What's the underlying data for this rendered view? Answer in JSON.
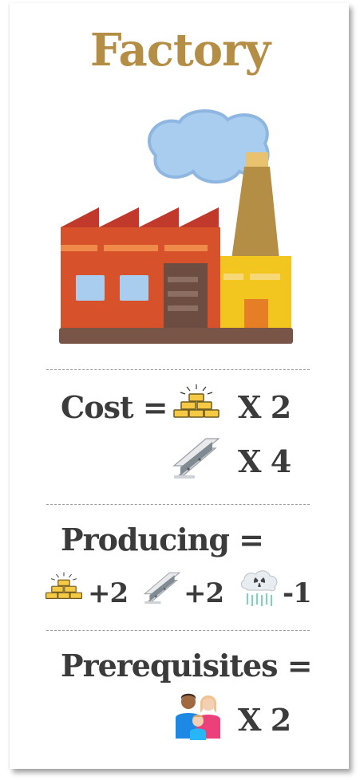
{
  "card": {
    "title": "Factory",
    "cost": {
      "label": "Cost =",
      "items": [
        {
          "icon": "gold-bars-icon",
          "qty": "X 2"
        },
        {
          "icon": "steel-beam-icon",
          "qty": "X 4"
        }
      ]
    },
    "producing": {
      "label": "Producing =",
      "items": [
        {
          "icon": "gold-bars-icon",
          "amount": "+2"
        },
        {
          "icon": "steel-beam-icon",
          "amount": "+2"
        },
        {
          "icon": "radioactive-cloud-icon",
          "amount": "-1"
        }
      ]
    },
    "prerequisites": {
      "label": "Prerequisites =",
      "items": [
        {
          "icon": "family-icon",
          "qty": "X 2"
        }
      ]
    }
  },
  "colors": {
    "title": "#b58e45",
    "text": "#3b3b3b",
    "factory_wall": "#d7522b",
    "chimney": "#b58e45",
    "smoke": "#a9cdee",
    "annex": "#f3c61f"
  }
}
